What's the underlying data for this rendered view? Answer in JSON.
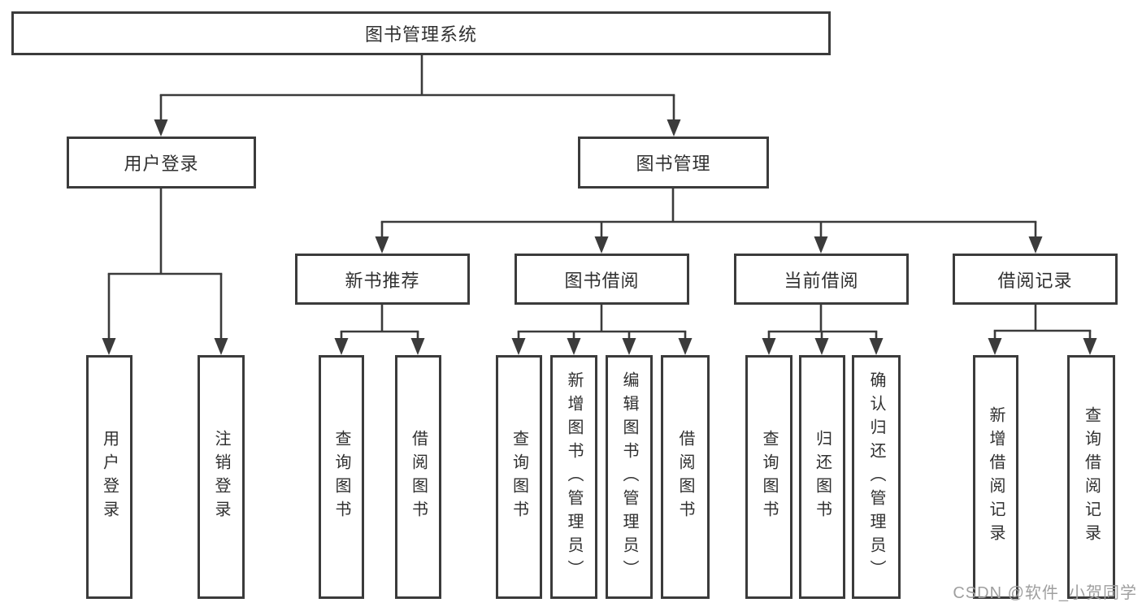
{
  "tree": {
    "root": {
      "label": "图书管理系统",
      "children": [
        {
          "label": "用户登录",
          "children": [
            {
              "label": "用户登录"
            },
            {
              "label": "注销登录"
            }
          ]
        },
        {
          "label": "图书管理",
          "children": [
            {
              "label": "新书推荐",
              "children": [
                {
                  "label": "查询图书"
                },
                {
                  "label": "借阅图书"
                }
              ]
            },
            {
              "label": "图书借阅",
              "children": [
                {
                  "label": "查询图书"
                },
                {
                  "label": "新增图书（管理员）"
                },
                {
                  "label": "编辑图书（管理员）"
                },
                {
                  "label": "借阅图书"
                }
              ]
            },
            {
              "label": "当前借阅",
              "children": [
                {
                  "label": "查询图书"
                },
                {
                  "label": "归还图书"
                },
                {
                  "label": "确认归还（管理员）"
                }
              ]
            },
            {
              "label": "借阅记录",
              "children": [
                {
                  "label": "新增借阅记录"
                },
                {
                  "label": "查询借阅记录"
                }
              ]
            }
          ]
        }
      ]
    }
  },
  "watermark": {
    "text": "CSDN @软件_小贺同学"
  },
  "colors": {
    "line": "#3b3b3b",
    "text": "#303030",
    "watermark": "#9f9f9f",
    "background": "#ffffff"
  }
}
